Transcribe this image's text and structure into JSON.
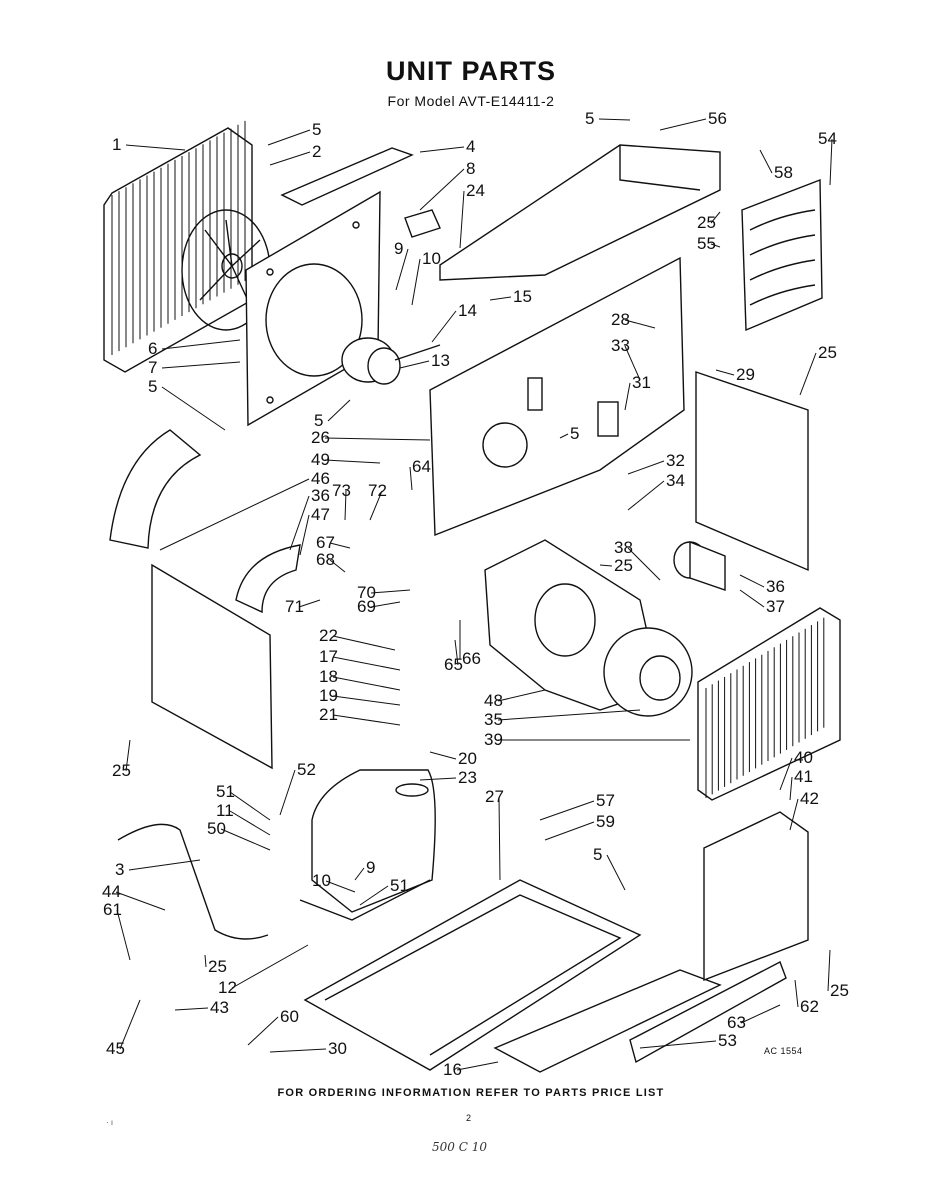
{
  "title": "UNIT PARTS",
  "subtitle": "For Model AVT-E14411-2",
  "footer": "FOR ORDERING INFORMATION REFER TO PARTS PRICE LIST",
  "page_number": "2",
  "art_code": "AC 1554",
  "corner_mark": "· ı",
  "handwritten_note": "500 C 10",
  "callouts": [
    "1",
    "5",
    "2",
    "4",
    "8",
    "24",
    "5",
    "56",
    "54",
    "58",
    "25",
    "55",
    "9",
    "10",
    "15",
    "14",
    "28",
    "33",
    "13",
    "6",
    "7",
    "5",
    "5",
    "25",
    "29",
    "31",
    "5",
    "26",
    "49",
    "64",
    "73",
    "72",
    "46",
    "36",
    "47",
    "32",
    "34",
    "67",
    "68",
    "38",
    "25",
    "70",
    "71",
    "69",
    "36",
    "37",
    "22",
    "17",
    "18",
    "19",
    "21",
    "65",
    "66",
    "48",
    "35",
    "39",
    "20",
    "23",
    "27",
    "40",
    "41",
    "42",
    "52",
    "51",
    "11",
    "50",
    "57",
    "59",
    "3",
    "9",
    "10",
    "51",
    "5",
    "44",
    "61",
    "25",
    "12",
    "43",
    "25",
    "62",
    "60",
    "63",
    "53",
    "30",
    "45",
    "16",
    "25"
  ]
}
